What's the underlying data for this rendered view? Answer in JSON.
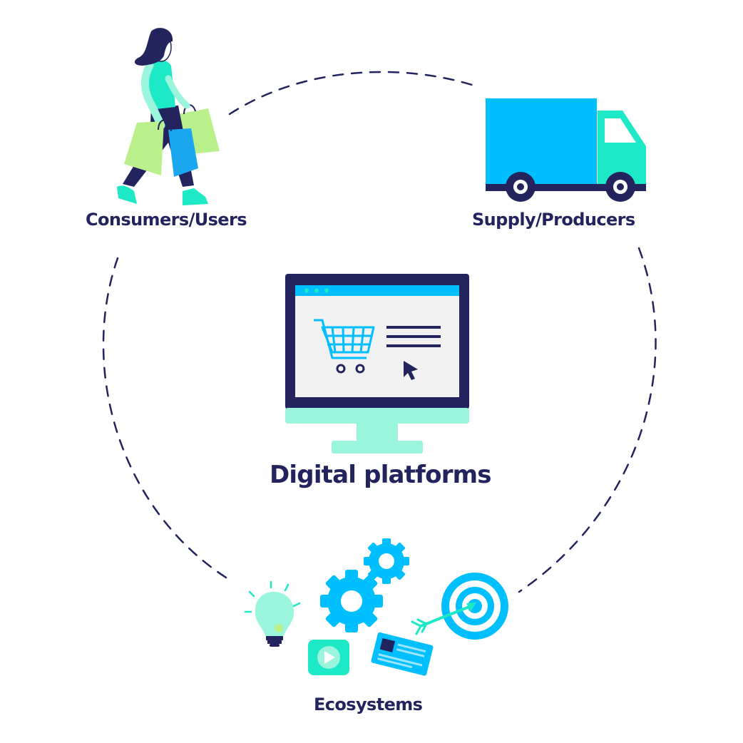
{
  "diagram": {
    "nodes": {
      "consumers": {
        "label": "Consumers/Users",
        "icon": "shopper-woman-icon"
      },
      "supply": {
        "label": "Supply/Producers",
        "icon": "delivery-truck-icon"
      },
      "platforms": {
        "label": "Digital platforms",
        "icon": "computer-monitor-shopping-cart-icon"
      },
      "ecosystems": {
        "label": "Ecosystems",
        "icon": "ecosystem-icons-group"
      }
    },
    "connector_style": "dashed"
  },
  "colors": {
    "navy": "#23235e",
    "cyan": "#00bfff",
    "mint": "#1de9c7",
    "pale_mint": "#9af5dc",
    "lime": "#b9f08c",
    "blue_bag": "#1aa7f0"
  }
}
